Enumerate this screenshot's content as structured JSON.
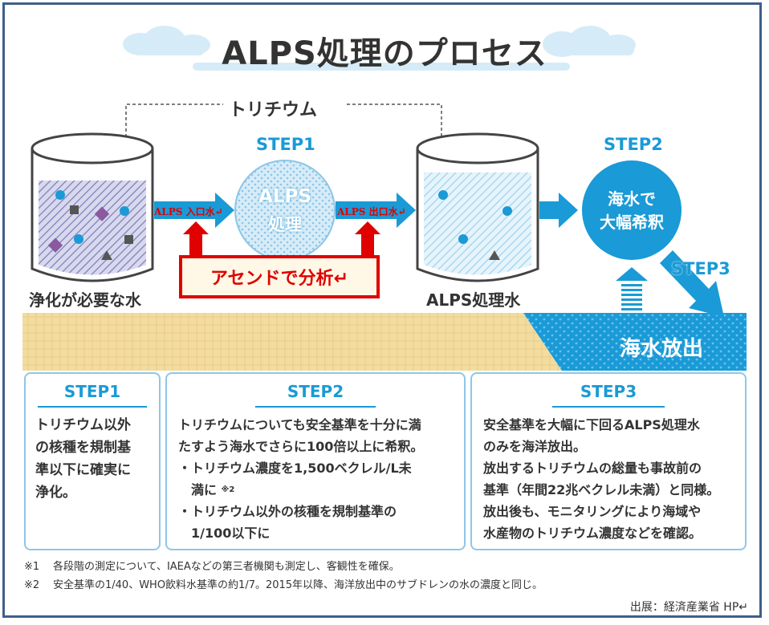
{
  "title": "ALPS処理のプロセス",
  "tritium_label": "トリチウム",
  "diagram": {
    "step1_label": "STEP1",
    "step2_label": "STEP2",
    "step3_label": "STEP3",
    "alps_circle_line1": "ALPS",
    "alps_circle_line2": "処理",
    "dilute_circle_line1": "海水で",
    "dilute_circle_line2": "大幅希釈",
    "tank_left_label": "浄化が必要な水",
    "tank_right_label": "ALPS処理水",
    "inlet_label": "ALPS 入口水↵",
    "outlet_label": "ALPS 出口水↵",
    "ascend_label": "アセンドで分析↵",
    "release_label": "海水放出"
  },
  "boxes": {
    "step1": {
      "heading": "STEP1",
      "lines": [
        "トリチウム以外",
        "の核種を規制基",
        "準以下に確実に",
        "浄化。"
      ]
    },
    "step2": {
      "heading": "STEP2",
      "line1": "トリチウムについても安全基準を十分に満",
      "line2": "たすよう海水でさらに100倍以上に希釈。",
      "bullet1_a": "・トリチウム濃度を1,500ベクレル/L未",
      "bullet1_b": "満に",
      "bullet1_note": "※2",
      "bullet2_a": "・トリチウム以外の核種を規制基準の",
      "bullet2_b": "1/100以下に"
    },
    "step3": {
      "heading": "STEP3",
      "lines": [
        "安全基準を大幅に下回るALPS処理水",
        "のみを海洋放出。",
        "放出するトリチウムの総量も事故前の",
        "基準（年間22兆ベクレル未満）と同様。",
        "放出後も、モニタリングにより海域や",
        "水産物のトリチウム濃度などを確認。"
      ]
    }
  },
  "notes": [
    {
      "mark": "※1",
      "text": "各段階の測定について、IAEAなどの第三者機関も測定し、客観性を確保。"
    },
    {
      "mark": "※2",
      "text": "安全基準の1/40、WHO飲料水基準の約1/7。2015年以降、海洋放出中のサブドレンの水の濃度と同じ。"
    }
  ],
  "source": "出展：経済産業省 HP↵",
  "colors": {
    "accent_blue": "#1a9ad6",
    "red": "#e00000",
    "frame": "#3f5f8a",
    "box_border": "#8ec7e8"
  }
}
